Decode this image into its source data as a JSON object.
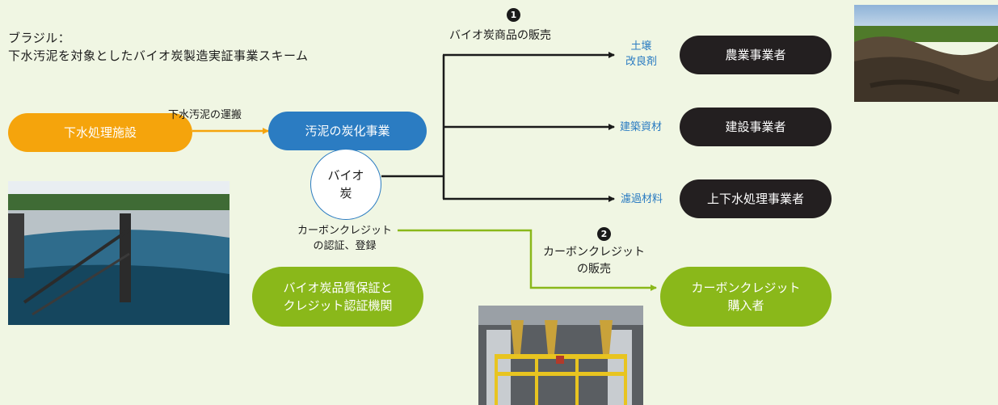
{
  "title": {
    "line1": "ブラジル：",
    "line2": "下水汚泥を対象としたバイオ炭製造実証事業スキーム"
  },
  "nodes": {
    "sewage_facility": "下水処理施設",
    "carbonization": "汚泥の炭化事業",
    "biochar_line1": "バイオ",
    "biochar_line2": "炭",
    "agriculture": "農業事業者",
    "construction": "建設事業者",
    "water_treatment": "上下水処理事業者",
    "credit_buyer_line1": "カーボンクレジット",
    "credit_buyer_line2": "購入者",
    "certifier_line1": "バイオ炭品質保証と",
    "certifier_line2": "クレジット認証機関"
  },
  "edges": {
    "transport": "下水汚泥の運搬",
    "sale_biochar": "バイオ炭商品の販売",
    "soil_line1": "土壌",
    "soil_line2": "改良剤",
    "building_material": "建築資材",
    "filter_material": "濾過材料",
    "credit_cert_line1": "カーボンクレジット",
    "credit_cert_line2": "の認証、登録",
    "credit_sale_line1": "カーボンクレジット",
    "credit_sale_line2": "の販売"
  },
  "badges": {
    "one": "1",
    "two": "2"
  },
  "colors": {
    "orange": "#f5a40c",
    "blue": "#2b7cc2",
    "dark": "#231f20",
    "green": "#8ab81a",
    "background": "#f0f6e3"
  }
}
